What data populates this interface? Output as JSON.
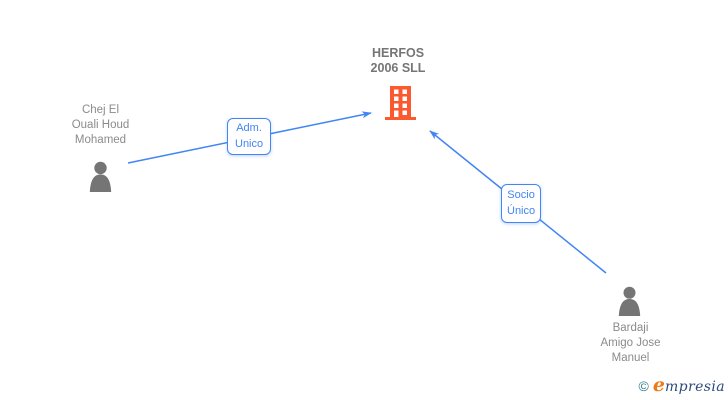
{
  "company": {
    "name": "HERFOS\n2006 SLL",
    "icon": "building-icon"
  },
  "persons": [
    {
      "name": "Chej El\nOuali Houd\nMohamed",
      "icon": "person-icon"
    },
    {
      "name": "Bardaji\nAmigo Jose\nManuel",
      "icon": "person-icon"
    }
  ],
  "edges": [
    {
      "label": "Adm.\nUnico",
      "from": "Chej El Ouali Houd Mohamed",
      "to": "HERFOS 2006 SLL"
    },
    {
      "label": "Socio\nÚnico",
      "from": "Bardaji Amigo Jose Manuel",
      "to": "HERFOS 2006 SLL"
    }
  ],
  "footer": {
    "copyright": "©",
    "brand_initial": "e",
    "brand_rest": "mpresia"
  },
  "colors": {
    "edge_blue": "#4285F4",
    "building_orange": "#FA5A2D",
    "person_gray": "#757575",
    "name_text_gray": "#8B8B8B",
    "company_text_gray": "#757575",
    "logo_teal": "#2E7A8C",
    "logo_orange": "#EE7A16",
    "logo_navy": "#2B4A7D"
  }
}
